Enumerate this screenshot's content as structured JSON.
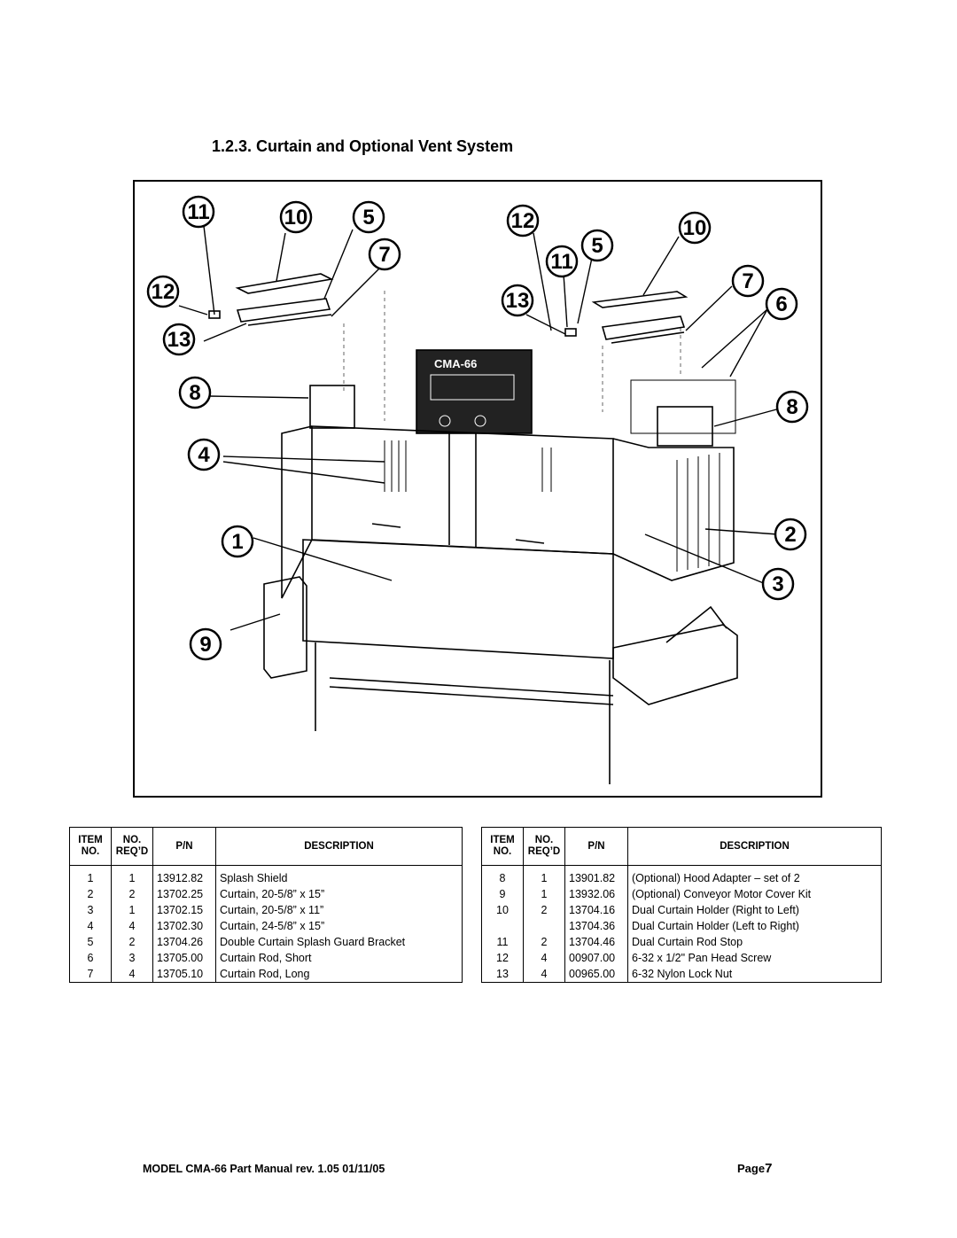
{
  "section": {
    "title": "1.2.3.   Curtain and Optional Vent System"
  },
  "diagram": {
    "callouts_left": [
      "11",
      "10",
      "5",
      "7",
      "12",
      "13",
      "8",
      "4",
      "1",
      "9"
    ],
    "callouts_right": [
      "12",
      "10",
      "11",
      "5",
      "7",
      "13",
      "6",
      "8",
      "2",
      "3"
    ],
    "machine_label": "CMA-66"
  },
  "parts_table": {
    "headers": {
      "item_line1": "ITEM",
      "item_line2": "NO.",
      "no_line1": "NO.",
      "no_line2": "REQ’D",
      "pn": "P/N",
      "description": "DESCRIPTION"
    },
    "left_rows": [
      {
        "item": "1",
        "qty": "1",
        "pn": "13912.82",
        "desc": "Splash Shield"
      },
      {
        "item": "2",
        "qty": "2",
        "pn": "13702.25",
        "desc": "Curtain, 20-5/8” x 15”"
      },
      {
        "item": "3",
        "qty": "1",
        "pn": "13702.15",
        "desc": "Curtain, 20-5/8” x 11”"
      },
      {
        "item": "4",
        "qty": "4",
        "pn": "13702.30",
        "desc": "Curtain, 24-5/8” x 15”"
      },
      {
        "item": "5",
        "qty": "2",
        "pn": "13704.26",
        "desc": "Double Curtain Splash Guard Bracket"
      },
      {
        "item": "6",
        "qty": "3",
        "pn": "13705.00",
        "desc": "Curtain Rod, Short"
      },
      {
        "item": "7",
        "qty": "4",
        "pn": "13705.10",
        "desc": "Curtain Rod, Long"
      }
    ],
    "right_rows": [
      {
        "item": "8",
        "qty": "1",
        "pn": "13901.82",
        "desc": "(Optional) Hood Adapter – set of 2"
      },
      {
        "item": "9",
        "qty": "1",
        "pn": "13932.06",
        "desc": "(Optional) Conveyor Motor Cover Kit"
      },
      {
        "item": "10",
        "qty": "2",
        "pn": "13704.16",
        "desc": "Dual Curtain Holder (Right to Left)"
      },
      {
        "item": "",
        "qty": "",
        "pn": "13704.36",
        "desc": "Dual Curtain Holder (Left to Right)"
      },
      {
        "item": "11",
        "qty": "2",
        "pn": "13704.46",
        "desc": "Dual Curtain Rod Stop"
      },
      {
        "item": "12",
        "qty": "4",
        "pn": "00907.00",
        "desc": "6-32 x 1/2\" Pan Head Screw"
      },
      {
        "item": "13",
        "qty": "4",
        "pn": "00965.00",
        "desc": "6-32 Nylon Lock Nut"
      }
    ]
  },
  "footer": {
    "model": "MODEL CMA-66 Part Manual rev. 1.05 01/11/05",
    "page_label": "Page",
    "page_number": "7"
  }
}
